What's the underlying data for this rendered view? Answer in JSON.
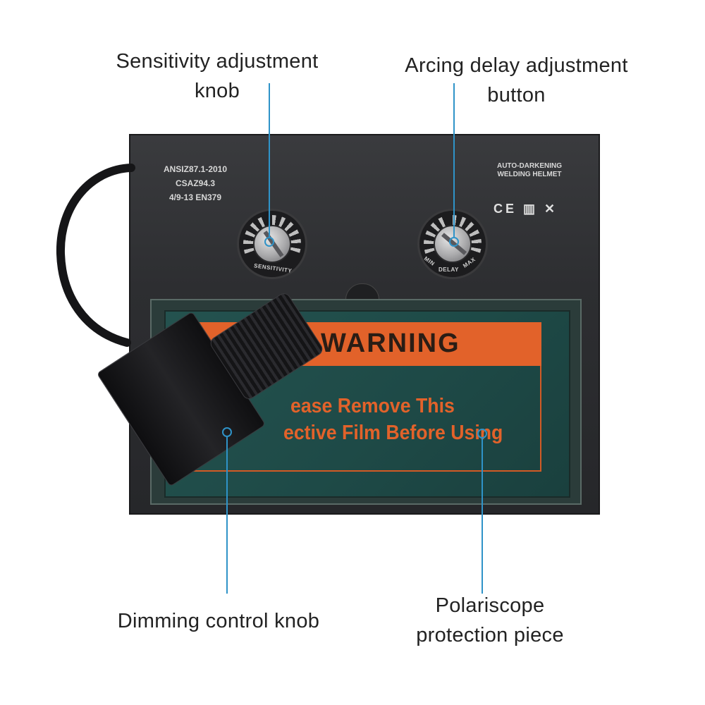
{
  "callouts": {
    "sensitivity": {
      "line1": "Sensitivity adjustment",
      "line2": "knob"
    },
    "delay": {
      "line1": "Arcing delay adjustment",
      "line2": "button"
    },
    "dimming": {
      "line1": "Dimming control knob"
    },
    "polariscope": {
      "line1": "Polariscope",
      "line2": "protection piece"
    }
  },
  "device": {
    "standards": [
      "ANSIZ87.1-2010",
      "CSAZ94.3",
      "4/9-13 EN379"
    ],
    "brand": [
      "AUTO-DARKENING",
      "WELDING HELMET"
    ],
    "marks": "CE ▥ ✕",
    "sensitivity_dial_label": "SENSITIVITY",
    "delay_dial_labels": {
      "min": "MIN",
      "center": "DELAY",
      "max": "MAX"
    },
    "warning": {
      "title": "WARNING",
      "line1": "ease Remove This",
      "line2": "ective Film Before Using"
    }
  },
  "colors": {
    "leader": "#2f93c8",
    "warning_orange": "#e2622a",
    "housing": "#2d2e31"
  }
}
